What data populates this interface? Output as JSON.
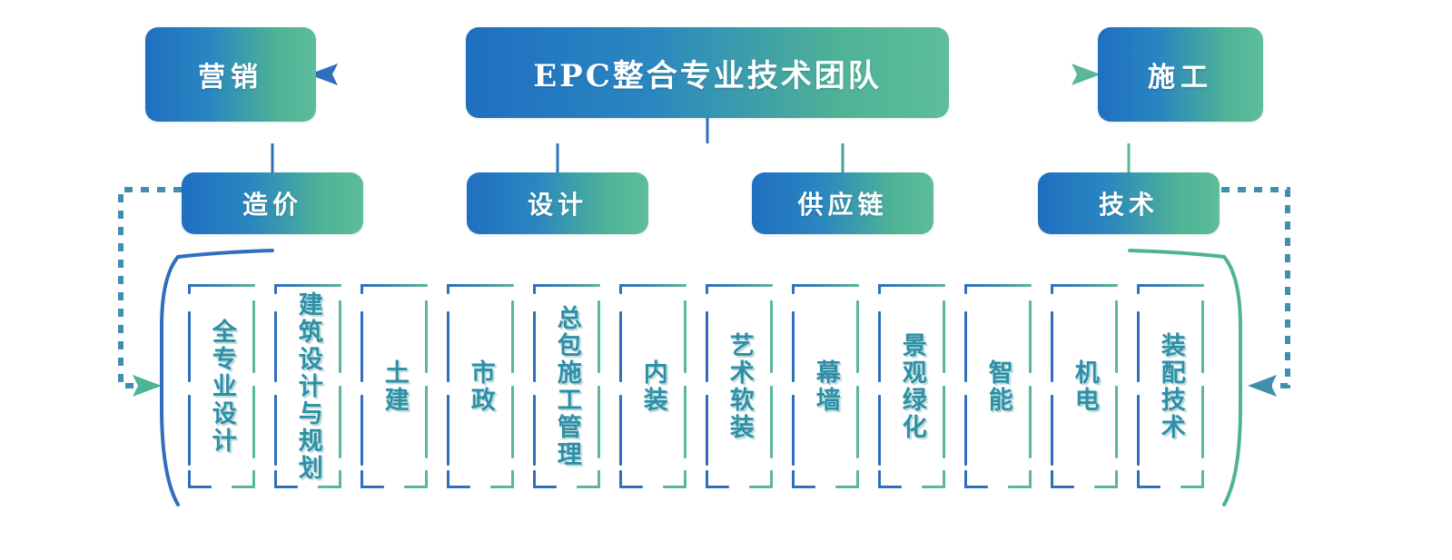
{
  "diagram": {
    "type": "org-chart",
    "title_node": {
      "label": "EPC整合专业技术团队"
    },
    "side_nodes": [
      {
        "key": "marketing",
        "label": "营销",
        "side": "left",
        "arrow": "dashed-arrow-left"
      },
      {
        "key": "construction",
        "label": "施工",
        "side": "right",
        "arrow": "dashed-arrow-right"
      }
    ],
    "level2_nodes": [
      {
        "key": "cost",
        "label": "造价"
      },
      {
        "key": "design",
        "label": "设计"
      },
      {
        "key": "supply-chain",
        "label": "供应链"
      },
      {
        "key": "technology",
        "label": "技术"
      }
    ],
    "leaf_items": [
      {
        "key": "full-discipline-design",
        "label": "全专业设计"
      },
      {
        "key": "architectural-design-planning",
        "label": "建筑设计与规划"
      },
      {
        "key": "civil-works",
        "label": "土建"
      },
      {
        "key": "municipal",
        "label": "市政"
      },
      {
        "key": "general-contracting-construction-management",
        "label": "总包施工管理"
      },
      {
        "key": "interior-fitout",
        "label": "内装"
      },
      {
        "key": "art-soft-decoration",
        "label": "艺术软装"
      },
      {
        "key": "curtain-wall",
        "label": "幕墙"
      },
      {
        "key": "landscape-greening",
        "label": "景观绿化"
      },
      {
        "key": "intelligent-systems",
        "label": "智能"
      },
      {
        "key": "mechanical-electrical",
        "label": "机电"
      },
      {
        "key": "prefabrication-technology",
        "label": "装配技术"
      }
    ],
    "colors": {
      "gradient_start": "#1f6fc0",
      "gradient_end": "#5dbd9c",
      "connector_blue": "#2f6fbe",
      "connector_green": "#59b897",
      "leaf_text": "#2f8fa8",
      "node_text": "#ffffff",
      "background": "#ffffff"
    }
  }
}
